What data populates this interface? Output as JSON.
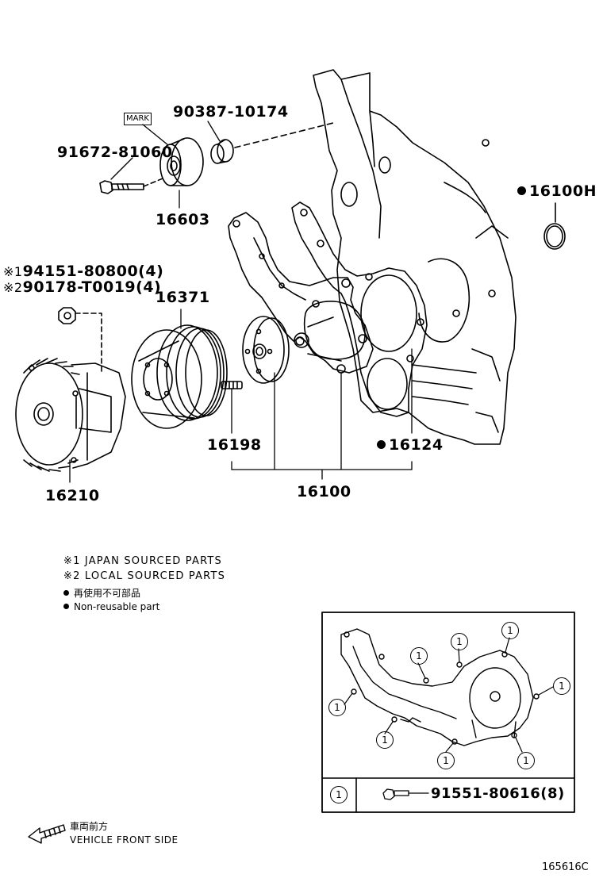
{
  "parts": {
    "p90387": "90387-10174",
    "mark": "MARK",
    "p91672": "91672-81060",
    "p16603": "16603",
    "p16100H": "16100H",
    "p94151_prefix": "※1",
    "p94151": "94151-80800(4)",
    "p90178_prefix": "※2",
    "p90178": "90178-T0019(4)",
    "p16371": "16371",
    "p16198": "16198",
    "p16124": "16124",
    "p16210": "16210",
    "p16100": "16100"
  },
  "notes": {
    "japan": "※1 JAPAN SOURCED PARTS",
    "local": "※2 LOCAL SOURCED PARTS",
    "reuse_jp": "再使用不可部品",
    "reuse_en": "Non-reusable part"
  },
  "inset": {
    "key": "1",
    "bolt_part": "91551-80616(8)"
  },
  "front": {
    "jp": "車両前方",
    "en": "VEHICLE FRONT SIDE"
  },
  "figure_id": "165616C"
}
